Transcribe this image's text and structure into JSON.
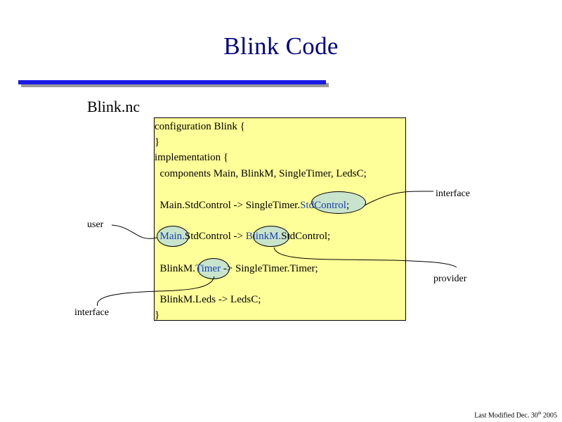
{
  "slide": {
    "title": "Blink Code",
    "subtitle": "Blink.nc"
  },
  "code": {
    "line1": "configuration Blink {",
    "line2": "}",
    "line3": "implementation {",
    "line4": "  components Main, BlinkM, SingleTimer, LedsC;",
    "line5_pre": "  Main.StdControl -> SingleTimer.",
    "line5_hl": "StdControl",
    "line5_post": ";",
    "line6_pre": "  ",
    "line6_hl1": "Main.",
    "line6_mid": "StdControl -> ",
    "line6_hl2": "BlinkM.",
    "line6_post": "StdControl;",
    "line7_pre": "  BlinkM.",
    "line7_hl": "Timer",
    "line7_post": " -> SingleTimer.Timer;",
    "line8": "  BlinkM.Leds -> LedsC;",
    "line9": "}"
  },
  "annotations": {
    "interface_top": "interface",
    "user": "user",
    "provider": "provider",
    "interface_bottom": "interface"
  },
  "footer": {
    "prefix": "Last Modified Dec. 30",
    "sup": "th",
    "year": " 2005"
  },
  "colors": {
    "title": "#000080",
    "rule": "#1a1ae6",
    "code_background": "#ffff99",
    "highlight_ellipse": "#c8e4cc",
    "highlight_text": "#1a3fb0"
  }
}
